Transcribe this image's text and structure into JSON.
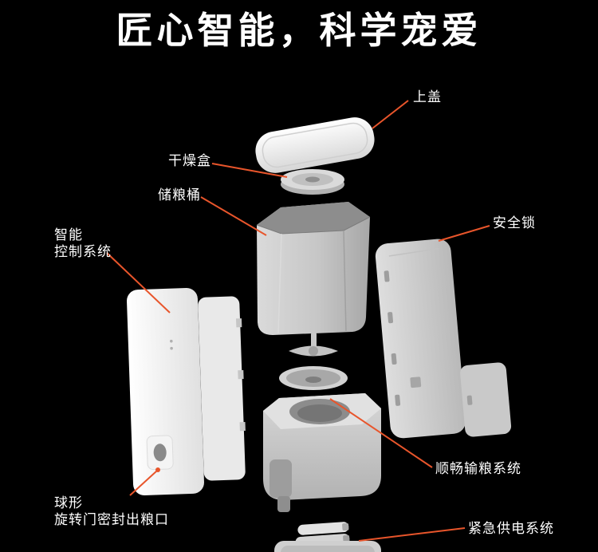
{
  "title": "匠心智能，科学宠爱",
  "colors": {
    "background": "#000000",
    "accent_line": "#e8552b",
    "label_text": "#ffffff",
    "product_light": "#ffffff",
    "product_gray": "#c6c6c6",
    "product_dark": "#8c8c8c"
  },
  "labels": {
    "top_cover": "上盖",
    "drying_box": "干燥盒",
    "storage_bucket": "储粮桶",
    "safety_lock": "安全锁",
    "smart_control_line1": "智能",
    "smart_control_line2": "控制系统",
    "smooth_feed_system": "顺畅输粮系统",
    "ball_outlet_line1": "球形",
    "ball_outlet_line2": "旋转门密封出粮口",
    "emergency_power": "紧急供电系统"
  },
  "parts": [
    "top-cover",
    "drying-box",
    "storage-bucket",
    "inner-panel",
    "control-panel",
    "safety-lock-door",
    "side-cover",
    "impeller",
    "feed-tray",
    "base-unit",
    "batteries",
    "bottom-tray"
  ]
}
